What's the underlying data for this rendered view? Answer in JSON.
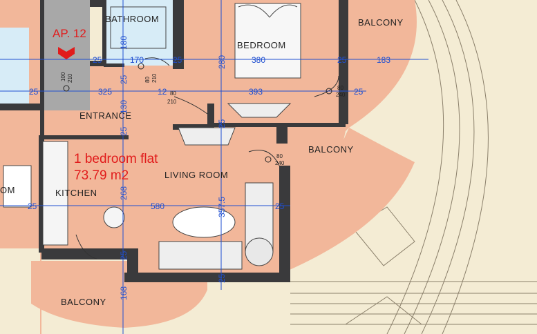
{
  "colors": {
    "floor": "#f2b79a",
    "wall": "#3a3a3c",
    "dim": "#1f4fd1",
    "accent": "#e11b1b",
    "background": "#f4ecd4",
    "common": "#a8a8a8",
    "wet": "#d7ecf7"
  },
  "apartment": {
    "number": "AP. 12",
    "type": "1 bedroom flat",
    "area": "73.79 m2",
    "arrow_icon": "chevron-down-icon"
  },
  "rooms": {
    "bathroom": "BATHROOM",
    "bedroom": "BEDROOM",
    "entrance": "ENTRANCE",
    "living_room": "LIVING ROOM",
    "kitchen": "KITCHEN",
    "balcony_1": "BALCONY",
    "balcony_2": "BALCONY",
    "balcony_3": "BALCONY",
    "left_cut": "OM"
  },
  "doors": {
    "entrance": {
      "w": "100",
      "h": "210"
    },
    "bathroom": {
      "w": "80",
      "h": "210"
    },
    "bedroom": {
      "w": "80",
      "h": "210"
    },
    "bedroom_balcony": {
      "w": "80",
      "h": "240"
    },
    "living_balcony": {
      "w": "80",
      "h": "240"
    }
  },
  "dimensions": {
    "h1": [
      "25",
      "170",
      "25",
      "380",
      "25",
      "183"
    ],
    "h2": [
      "25",
      "325",
      "12",
      "393",
      "25"
    ],
    "h3": [
      "25",
      "580",
      "25"
    ],
    "v1": [
      "180",
      "25",
      "130",
      "25",
      "268",
      "25",
      "168"
    ],
    "v2": [
      "280",
      "25",
      "357.5",
      "25"
    ]
  }
}
